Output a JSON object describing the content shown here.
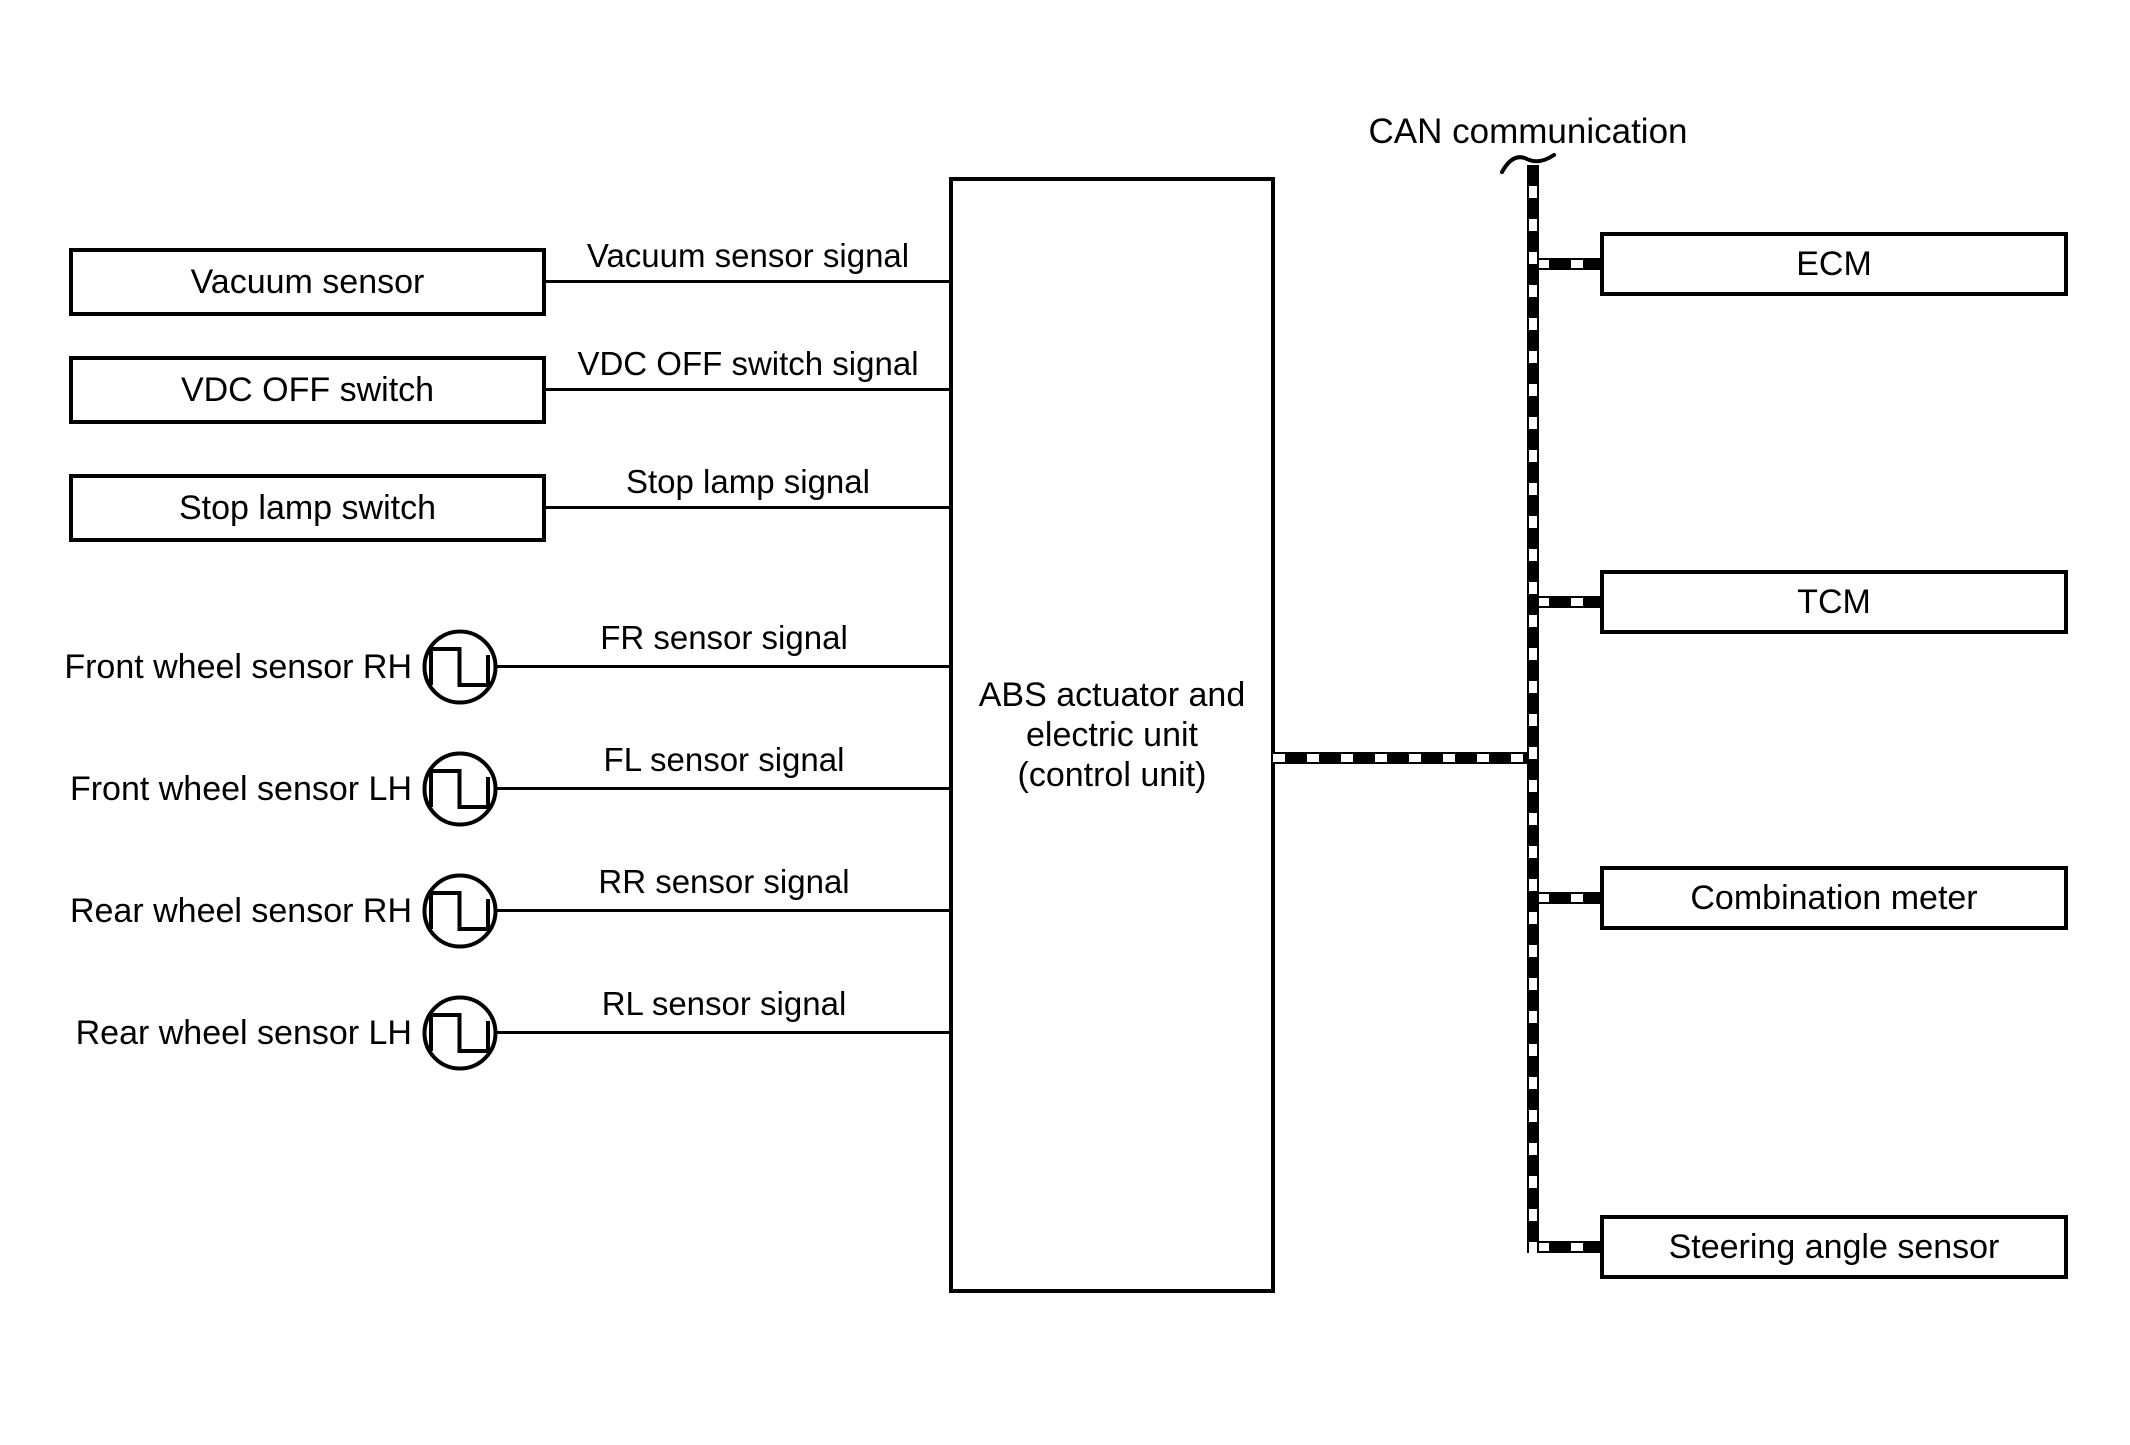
{
  "can": {
    "label": "CAN communication"
  },
  "sources": [
    {
      "label": "Vacuum sensor",
      "signal": "Vacuum sensor signal"
    },
    {
      "label": "VDC OFF switch",
      "signal": "VDC OFF switch signal"
    },
    {
      "label": "Stop lamp switch",
      "signal": "Stop lamp signal"
    }
  ],
  "wheels": [
    {
      "label": "Front wheel sensor RH",
      "signal": "FR sensor signal"
    },
    {
      "label": "Front wheel sensor LH",
      "signal": "FL sensor signal"
    },
    {
      "label": "Rear wheel sensor RH",
      "signal": "RR sensor signal"
    },
    {
      "label": "Rear wheel sensor LH",
      "signal": "RL sensor signal"
    }
  ],
  "abs": {
    "line1": "ABS actuator and",
    "line2": "electric unit",
    "line3": "(control unit)"
  },
  "nodes": [
    {
      "label": "ECM"
    },
    {
      "label": "TCM"
    },
    {
      "label": "Combination meter"
    },
    {
      "label": "Steering angle sensor"
    }
  ],
  "icons": {
    "wheel_sensor": "pulse-wave-icon",
    "can_top": "curl-icon"
  },
  "colors": {
    "ink": "#000000",
    "background": "#ffffff"
  }
}
